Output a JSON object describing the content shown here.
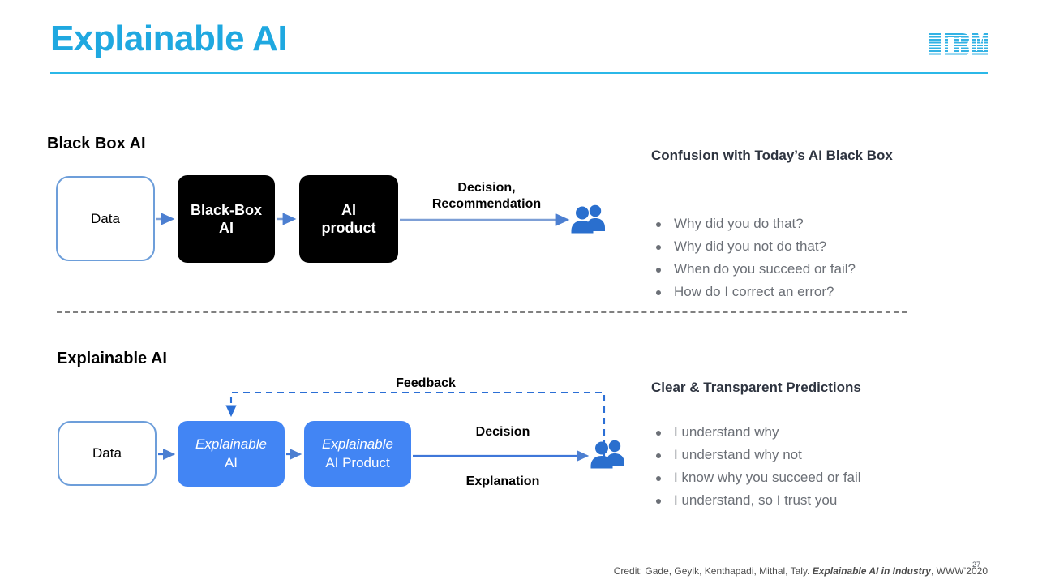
{
  "header": {
    "title": "Explainable AI",
    "logo": "ibm-logo",
    "accent_color": "#1FA8E0",
    "rule_color": "#2BB8E8"
  },
  "blackbox_section": {
    "heading": "Black Box AI",
    "boxes": [
      {
        "label": "Data",
        "style": "outline"
      },
      {
        "label_line1": "Black-Box",
        "label_line2": "AI",
        "style": "black"
      },
      {
        "label_line1": "AI",
        "label_line2": "product",
        "style": "black"
      }
    ],
    "flow_label": "Decision,\nRecommendation",
    "audience_icon": "people-icon",
    "panel": {
      "title": "Confusion with Today’s AI Black Box",
      "bullets": [
        "Why did you do that?",
        "Why did you not do that?",
        "When do you succeed or fail?",
        "How do I correct an error?"
      ]
    }
  },
  "explainable_section": {
    "heading": "Explainable AI",
    "boxes": [
      {
        "label": "Data",
        "style": "outline"
      },
      {
        "label_italic": "Explainable",
        "label_plain": "AI",
        "style": "blue"
      },
      {
        "label_italic": "Explainable",
        "label_plain": "AI Product",
        "style": "blue"
      }
    ],
    "feedback_label": "Feedback",
    "decision_label": "Decision",
    "explanation_label": "Explanation",
    "audience_icon": "people-icon",
    "panel": {
      "title": "Clear & Transparent Predictions",
      "bullets": [
        "I understand why",
        "I understand why not",
        "I know why you succeed or fail",
        "I understand, so I trust you"
      ]
    }
  },
  "colors": {
    "blue_box": "#4285F4",
    "outline_blue": "#6D9EDA",
    "arrow_blue": "#4C7FD1",
    "people_blue": "#2A6FCE",
    "bullet_gray": "#6B6F76",
    "divider_gray": "#808080"
  },
  "footer": {
    "credit_prefix": "Credit: Gade, Geyik, Kenthapadi, Mithal, Taly. ",
    "credit_reference": "Explainable AI in Industry",
    "credit_suffix": ", WWW’2020",
    "page_number": "27"
  }
}
